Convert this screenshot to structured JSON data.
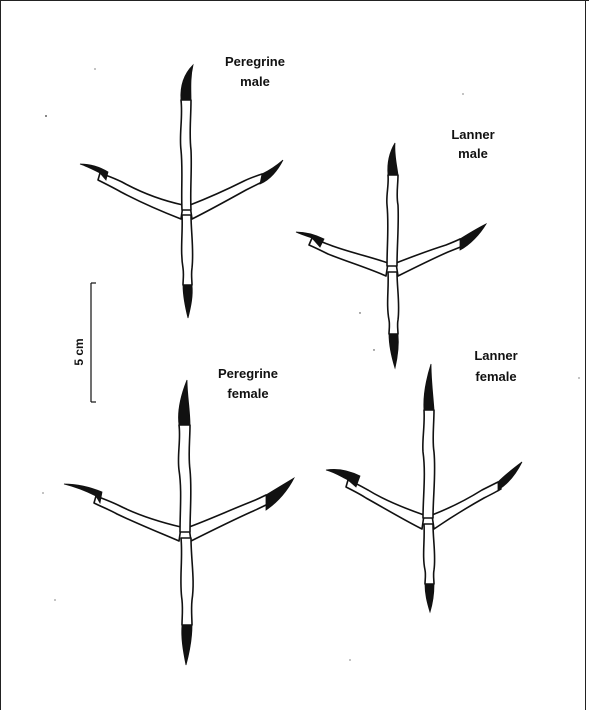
{
  "figure": {
    "labels": {
      "peregrine_male": [
        "Peregrine",
        "male"
      ],
      "lanner_male": [
        "Lanner",
        "male"
      ],
      "peregrine_female": [
        "Peregrine",
        "female"
      ],
      "lanner_female": [
        "Lanner",
        "female"
      ]
    },
    "scale_bar": {
      "label": "5 cm"
    }
  }
}
